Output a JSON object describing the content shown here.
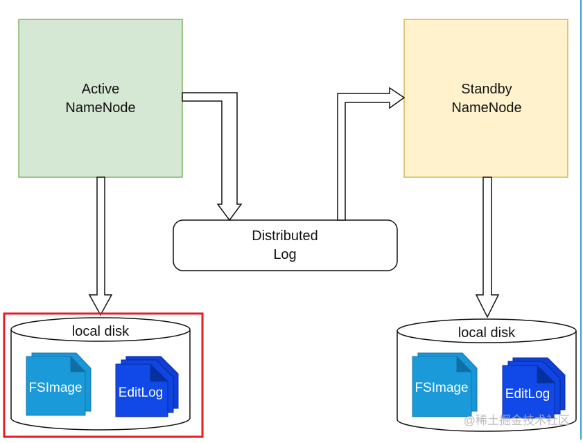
{
  "nodes": {
    "active": {
      "line1": "Active",
      "line2": "NameNode",
      "fill": "#d5e8d4",
      "stroke": "#82b366"
    },
    "standby": {
      "line1": "Standby",
      "line2": "NameNode",
      "fill": "#fff2cc",
      "stroke": "#d6b656"
    },
    "log": {
      "line1": "Distributed",
      "line2": "Log"
    }
  },
  "disks": {
    "left": {
      "label": "local disk",
      "fsimage": "FSImage",
      "editlog": "EditLog"
    },
    "right": {
      "label": "local disk",
      "fsimage": "FSImage",
      "editlog": "EditLog"
    }
  },
  "highlight_color": "#e01e24",
  "watermark": "@稀土掘金技术社区"
}
